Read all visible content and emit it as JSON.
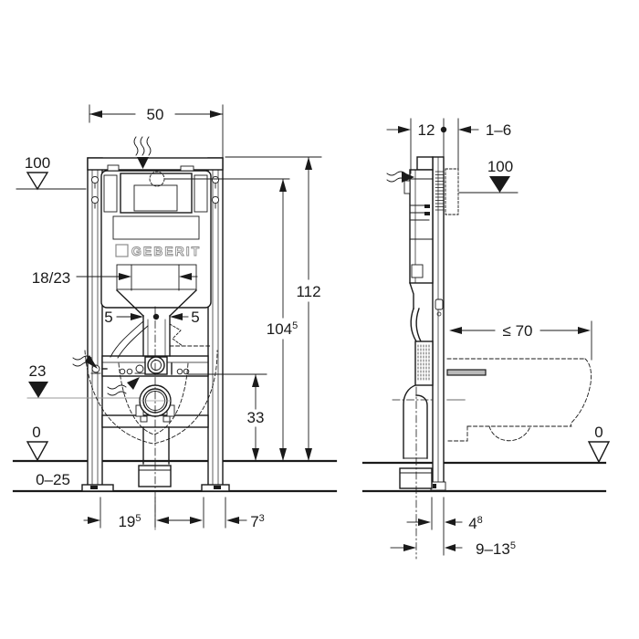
{
  "brand_logo": "GEBERIT",
  "colors": {
    "ink": "#1a1a1a",
    "logo_gray": "#8c8c8c",
    "metal_gray": "#b9b9b9",
    "background": "#ffffff"
  },
  "front_view": {
    "dim_width_top": "50",
    "dim_total_height": "112",
    "dim_height_104": {
      "base": "104",
      "sup": "5"
    },
    "dim_rod_spacing": "18/23",
    "dim_pipe_offset_left": "5",
    "dim_pipe_offset_right": "5",
    "dim_drain_height": "33",
    "level_actuator": "100",
    "level_supply": "23",
    "level_floor": "0",
    "floor_adjust_range": "0–25",
    "dim_foot_to_center": {
      "base": "19",
      "sup": "5"
    },
    "dim_foot_plate": {
      "base": "7",
      "sup": "3"
    }
  },
  "side_view": {
    "dim_frame_depth": "12",
    "dim_wall_lining": "1–6",
    "level_actuator": "100",
    "dim_bowl_depth": "≤ 70",
    "level_floor": "0",
    "dim_foot_depth": {
      "base": "4",
      "sup": "8"
    },
    "dim_outlet_to_wall": {
      "base": "9–13",
      "sup": "5"
    }
  }
}
